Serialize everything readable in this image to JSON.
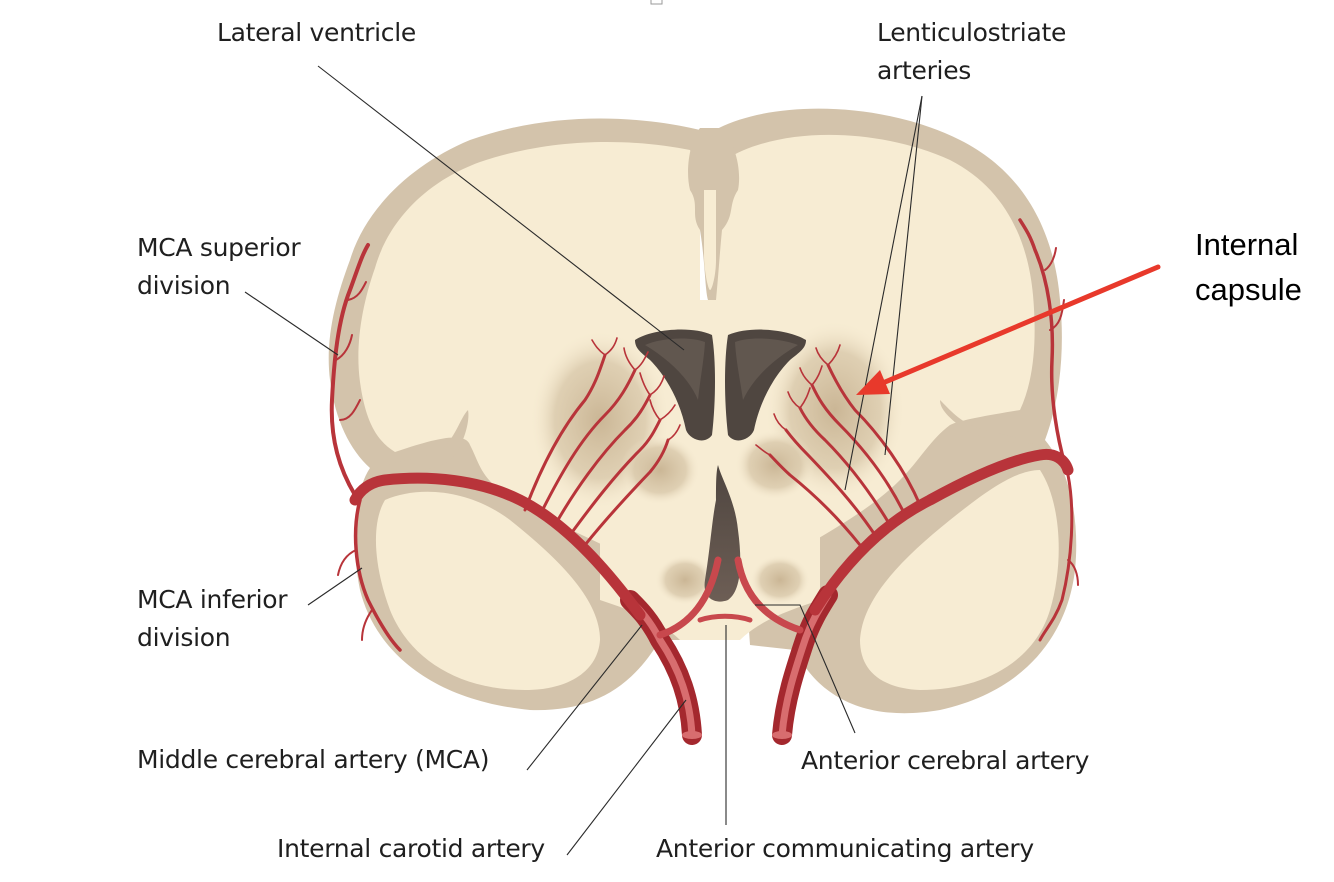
{
  "labels": {
    "lateral_ventricle": "Lateral ventricle",
    "lenticulostriate_arteries": "Lenticulostriate\narteries",
    "mca_superior_division": "MCA superior\ndivision",
    "mca_inferior_division": "MCA inferior\ndivision",
    "middle_cerebral_artery": "Middle cerebral artery (MCA)",
    "internal_carotid_artery": "Internal carotid artery",
    "anterior_communicating_artery": "Anterior communicating artery",
    "anterior_cerebral_artery": "Anterior cerebral artery"
  },
  "annotation": {
    "internal_capsule": "Internal\ncapsule",
    "arrow_color": "#e8392b"
  },
  "colors": {
    "cortex": "#d3c3ab",
    "white_matter": "#f7ecd3",
    "deep_gray": "#d9c9ac",
    "ventricle": "#4f4640",
    "artery": "#b8343a",
    "artery_light": "#d77b7c",
    "leader_line": "#2a2a2a"
  }
}
